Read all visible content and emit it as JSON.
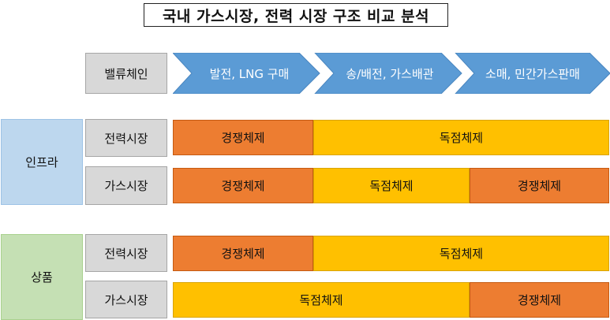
{
  "title": "국내 가스시장, 전력 시장 구조 비교 분석",
  "value_chain": {
    "label": "밸류체인",
    "stages": [
      "발전, LNG 구매",
      "송/배전, 가스배관",
      "소매, 민간가스판매"
    ],
    "color": "#5b9bd5"
  },
  "groups": [
    {
      "name": "인프라",
      "rows": [
        {
          "market": "전력시장",
          "segments": [
            "경쟁체제",
            "독점체제"
          ]
        },
        {
          "market": "가스시장",
          "segments": [
            "경쟁체제",
            "독점체제",
            "경쟁체제"
          ]
        }
      ]
    },
    {
      "name": "상품",
      "rows": [
        {
          "market": "전력시장",
          "segments": [
            "경쟁체제",
            "독점체제"
          ]
        },
        {
          "market": "가스시장",
          "segments": [
            "독점체제",
            "경쟁체제"
          ]
        }
      ]
    }
  ],
  "colors": {
    "competition": "#ed7d31",
    "monopoly": "#ffc000"
  }
}
